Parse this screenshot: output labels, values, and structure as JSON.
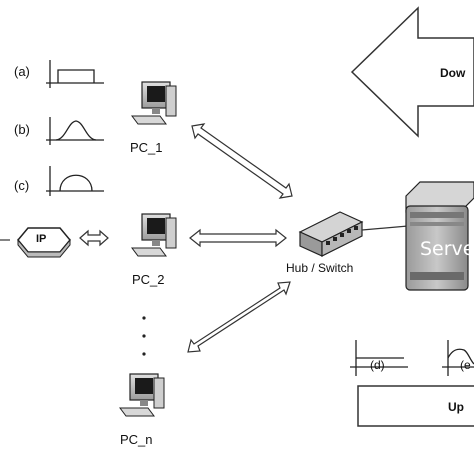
{
  "waveforms": {
    "a": "(a)",
    "b": "(b)",
    "c": "(c)",
    "d": "(d)",
    "e": "(e"
  },
  "pcs": [
    "PC_1",
    "PC_2",
    "PC_n"
  ],
  "ip_label": "IP",
  "hub_label": "Hub / Switch",
  "server_label": "Serve",
  "download_label": "Dow",
  "upload_label": "Up",
  "dots": "·\n·\n·"
}
